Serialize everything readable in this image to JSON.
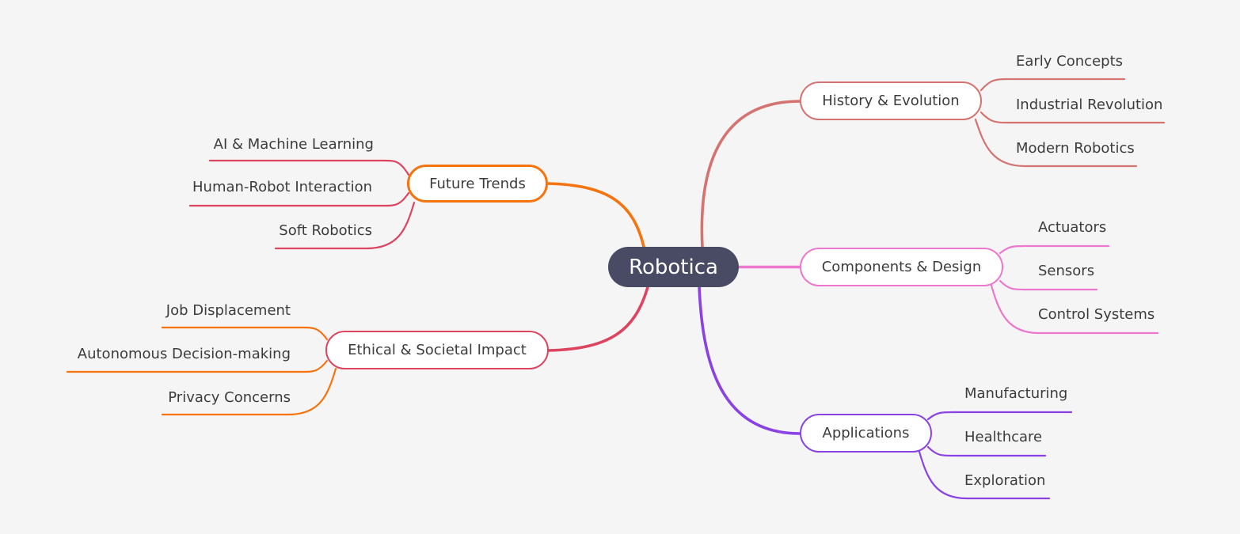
{
  "root": {
    "label": "Robotica"
  },
  "palette": {
    "bg": "#f5f5f6",
    "node_fill": "#ffffff",
    "text": "#3c3c3c",
    "root_fill": "#494a64",
    "root_text": "#ffffff",
    "salmon": "#d4736f",
    "pink": "#ec77cd",
    "purple": "#8a42e3",
    "orange": "#f5740f",
    "crimson": "#dc4460"
  },
  "branches": [
    {
      "id": "history",
      "label": "History & Evolution",
      "side": "right",
      "node_color": "#d4736f",
      "child_link_color": "#d4736f",
      "children": [
        {
          "label": "Early Concepts"
        },
        {
          "label": "Industrial Revolution"
        },
        {
          "label": "Modern Robotics"
        }
      ]
    },
    {
      "id": "components",
      "label": "Components & Design",
      "side": "right",
      "node_color": "#ec77cd",
      "child_link_color": "#ec77cd",
      "children": [
        {
          "label": "Actuators"
        },
        {
          "label": "Sensors"
        },
        {
          "label": "Control Systems"
        }
      ]
    },
    {
      "id": "applications",
      "label": "Applications",
      "side": "right",
      "node_color": "#8a42e3",
      "child_link_color": "#8a42e3",
      "children": [
        {
          "label": "Manufacturing"
        },
        {
          "label": "Healthcare"
        },
        {
          "label": "Exploration"
        }
      ]
    },
    {
      "id": "future-trends",
      "label": "Future Trends",
      "side": "left",
      "node_color": "#f5740f",
      "child_link_color": "#dc4460",
      "children": [
        {
          "label": "AI & Machine Learning"
        },
        {
          "label": "Human-Robot Interaction"
        },
        {
          "label": "Soft Robotics"
        }
      ]
    },
    {
      "id": "ethical",
      "label": "Ethical & Societal Impact",
      "side": "left",
      "node_color": "#dc4460",
      "child_link_color": "#f5740f",
      "children": [
        {
          "label": "Job Displacement"
        },
        {
          "label": "Autonomous Decision-making"
        },
        {
          "label": "Privacy Concerns"
        }
      ]
    }
  ]
}
